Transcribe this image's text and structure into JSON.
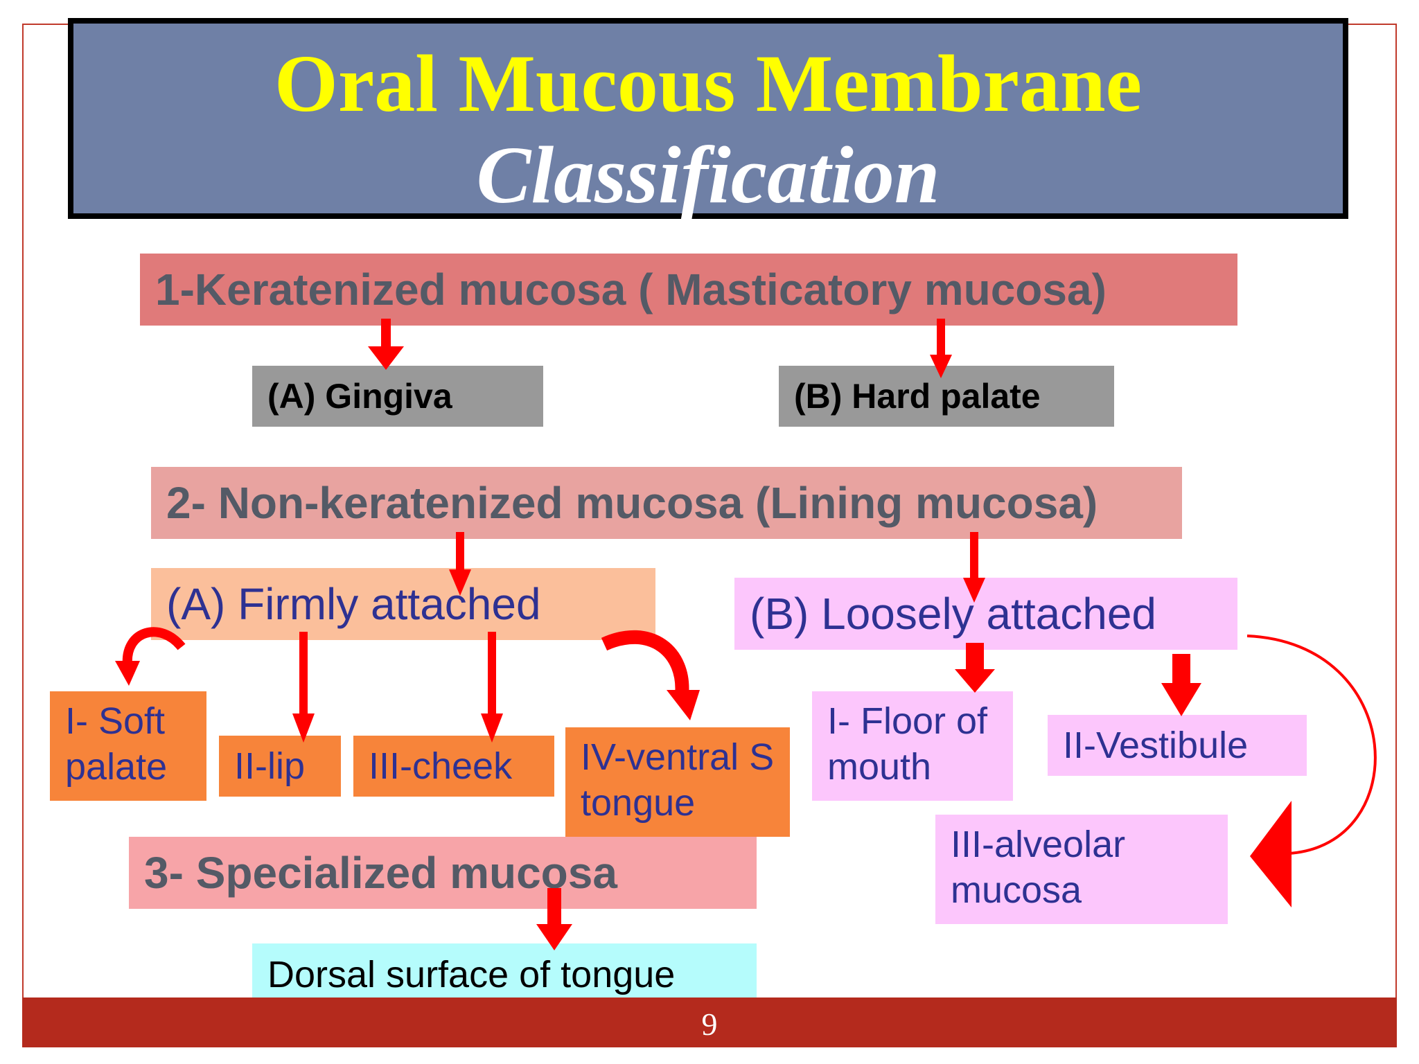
{
  "title": {
    "main": "Oral Mucous Membrane",
    "sub": "Classification"
  },
  "keratinized": {
    "heading": "1-Keratenized mucosa ( Masticatory mucosa)",
    "items": [
      "(A) Gingiva",
      "(B) Hard palate"
    ]
  },
  "non_keratinized": {
    "heading": "2- Non-keratenized mucosa (Lining mucosa)",
    "firmly": {
      "label": "(A) Firmly attached",
      "items": [
        "I- Soft palate",
        "II-lip",
        "III-cheek",
        "IV-ventral S tongue"
      ]
    },
    "loosely": {
      "label": "(B) Loosely attached",
      "items": [
        "I- Floor of mouth",
        "II-Vestibule",
        "III-alveolar mucosa"
      ]
    }
  },
  "specialized": {
    "heading": "3- Specialized mucosa",
    "items": [
      "Dorsal surface of tongue"
    ]
  },
  "footer": {
    "page_number": "9"
  },
  "colors": {
    "arrow": "#ff0000",
    "title_main": "#ffff00",
    "title_bg": "#6f80a6",
    "footer_bar": "#b42a1d"
  }
}
